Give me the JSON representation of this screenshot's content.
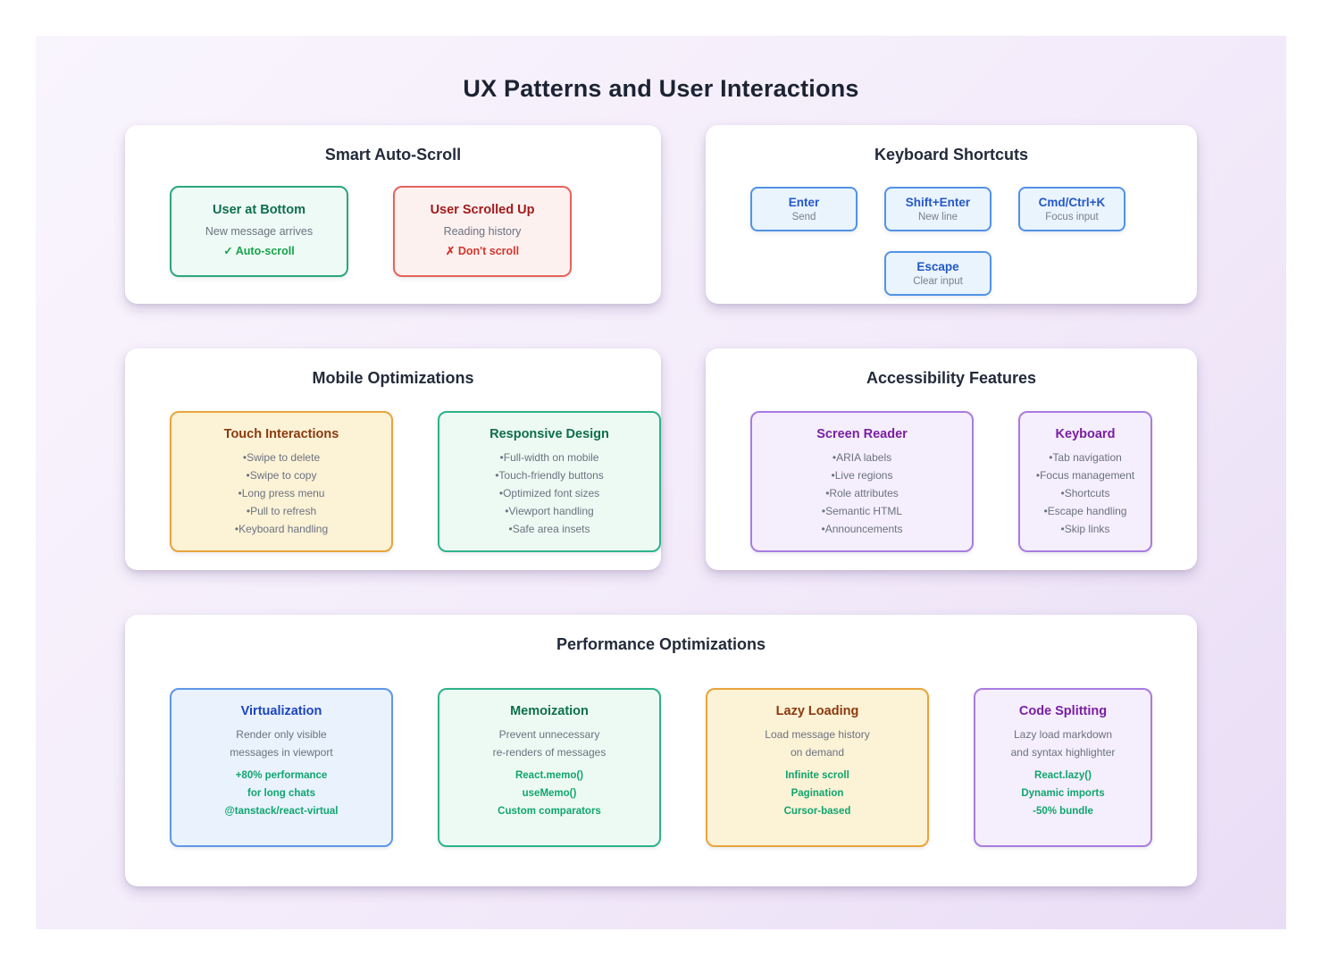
{
  "page": {
    "title": "UX Patterns and User Interactions"
  },
  "colors": {
    "background_gradient_start": "#f9f5fd",
    "background_gradient_end": "#e9ddf5",
    "green_border": "#2aa87d",
    "red_border": "#e4645c",
    "amber_border": "#e9a43c",
    "mint_border": "#2db389",
    "purple_border": "#a87ce1",
    "blue_border": "#5f97e8",
    "key_border": "#5193e6",
    "accent_green": "#10a56e",
    "accent_red": "#d4362d"
  },
  "panels": {
    "auto_scroll": {
      "title": "Smart Auto-Scroll",
      "cards": [
        {
          "title": "User at Bottom",
          "line": "New message arrives",
          "state": "✓ Auto-scroll"
        },
        {
          "title": "User Scrolled Up",
          "line": "Reading history",
          "state": "✗ Don't scroll"
        }
      ]
    },
    "shortcuts": {
      "title": "Keyboard Shortcuts",
      "keys": [
        {
          "key": "Enter",
          "action": "Send"
        },
        {
          "key": "Shift+Enter",
          "action": "New line"
        },
        {
          "key": "Cmd/Ctrl+K",
          "action": "Focus input"
        },
        {
          "key": "Escape",
          "action": "Clear input"
        }
      ]
    },
    "mobile": {
      "title": "Mobile Optimizations",
      "cards": [
        {
          "title": "Touch Interactions",
          "items": [
            "Swipe to delete",
            "Swipe to copy",
            "Long press menu",
            "Pull to refresh",
            "Keyboard handling"
          ]
        },
        {
          "title": "Responsive Design",
          "items": [
            "Full-width on mobile",
            "Touch-friendly buttons",
            "Optimized font sizes",
            "Viewport handling",
            "Safe area insets"
          ]
        }
      ]
    },
    "accessibility": {
      "title": "Accessibility Features",
      "cards": [
        {
          "title": "Screen Reader",
          "items": [
            "ARIA labels",
            "Live regions",
            "Role attributes",
            "Semantic HTML",
            "Announcements"
          ]
        },
        {
          "title": "Keyboard",
          "items": [
            "Tab navigation",
            "Focus management",
            "Shortcuts",
            "Escape handling",
            "Skip links"
          ]
        }
      ]
    },
    "performance": {
      "title": "Performance Optimizations",
      "cards": [
        {
          "title": "Virtualization",
          "desc": [
            "Render only visible",
            "messages in viewport"
          ],
          "points": [
            "+80% performance",
            "for long chats",
            "@tanstack/react-virtual"
          ]
        },
        {
          "title": "Memoization",
          "desc": [
            "Prevent unnecessary",
            "re-renders of messages"
          ],
          "points": [
            "React.memo()",
            "useMemo()",
            "Custom comparators"
          ]
        },
        {
          "title": "Lazy Loading",
          "desc": [
            "Load message history",
            "on demand"
          ],
          "points": [
            "Infinite scroll",
            "Pagination",
            "Cursor-based"
          ]
        },
        {
          "title": "Code Splitting",
          "desc": [
            "Lazy load markdown",
            "and syntax highlighter"
          ],
          "points": [
            "React.lazy()",
            "Dynamic imports",
            "-50% bundle"
          ]
        }
      ]
    }
  }
}
